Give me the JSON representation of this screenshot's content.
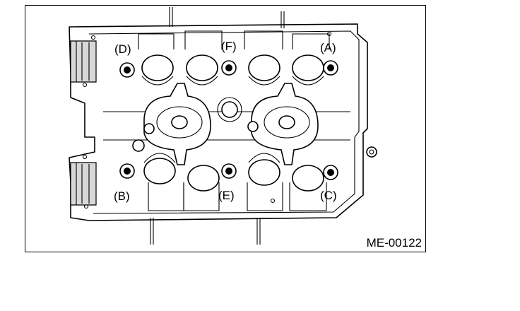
{
  "figure": {
    "code": "ME-00122",
    "bolt_labels": [
      {
        "id": "A",
        "text": "(A)"
      },
      {
        "id": "B",
        "text": "(B)"
      },
      {
        "id": "C",
        "text": "(C)"
      },
      {
        "id": "D",
        "text": "(D)"
      },
      {
        "id": "E",
        "text": "(E)"
      },
      {
        "id": "F",
        "text": "(F)"
      }
    ]
  }
}
